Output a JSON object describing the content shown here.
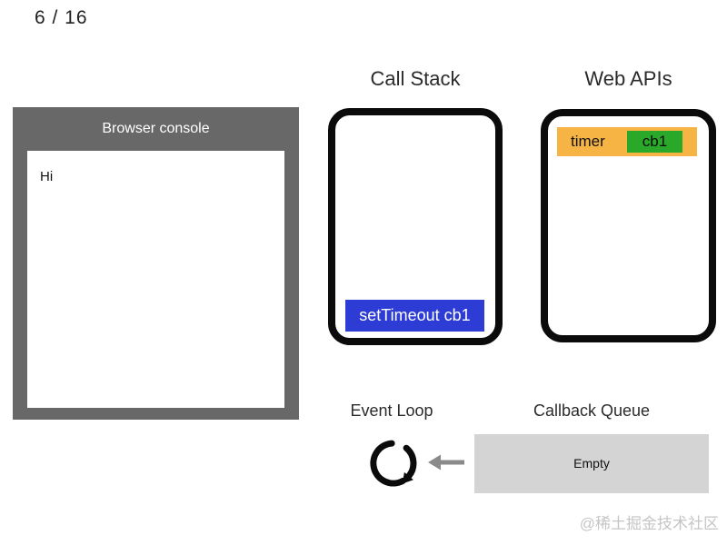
{
  "slide": {
    "counter": "6 / 16",
    "watermark": "@稀土掘金技术社区"
  },
  "console": {
    "title": "Browser console",
    "log_lines": [
      "Hi"
    ]
  },
  "call_stack": {
    "label": "Call Stack",
    "frames": [
      {
        "text": "setTimeout cb1",
        "color": "#2e3cd6"
      }
    ]
  },
  "web_apis": {
    "label": "Web APIs",
    "items": [
      {
        "api": "timer",
        "callback": "cb1",
        "api_color": "#f6b445",
        "callback_color": "#2aa82a"
      }
    ]
  },
  "event_loop": {
    "label": "Event Loop"
  },
  "callback_queue": {
    "label": "Callback Queue",
    "status": "Empty",
    "box_color": "#d4d4d4"
  },
  "colors": {
    "console_frame": "#686868",
    "box_border": "#0b0b0b",
    "arrow_gray": "#8a8a8a"
  }
}
